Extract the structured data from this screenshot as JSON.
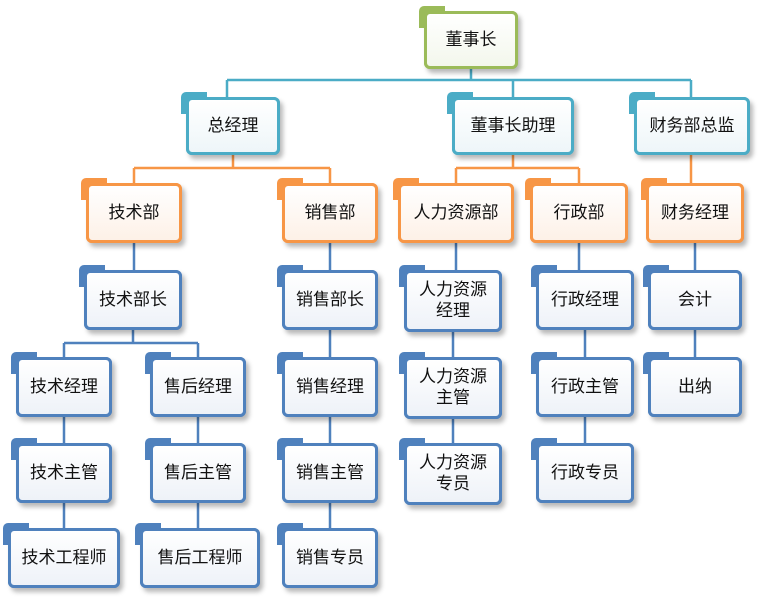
{
  "colors": {
    "level0": "#9bbb59",
    "level1": "#4bacc6",
    "level2": "#f79646",
    "level3": "#4f81bd"
  },
  "org": {
    "chairman": "董事长",
    "general_manager": "总经理",
    "chairman_assistant": "董事长助理",
    "finance_director": "财务部总监",
    "tech_dept": "技术部",
    "sales_dept": "销售部",
    "hr_dept": "人力资源部",
    "admin_dept": "行政部",
    "finance_manager": "财务经理",
    "tech_head": "技术部长",
    "tech_manager": "技术经理",
    "tech_supervisor": "技术主管",
    "tech_engineer": "技术工程师",
    "aftersales_manager": "售后经理",
    "aftersales_supervisor": "售后主管",
    "aftersales_engineer": "售后工程师",
    "sales_head": "销售部长",
    "sales_manager": "销售经理",
    "sales_supervisor": "销售主管",
    "sales_specialist": "销售专员",
    "hr_manager": "人力资源\n经理",
    "hr_supervisor": "人力资源\n主管",
    "hr_specialist": "人力资源\n专员",
    "admin_manager": "行政经理",
    "admin_supervisor": "行政主管",
    "admin_specialist": "行政专员",
    "accountant": "会计",
    "cashier": "出纳"
  }
}
